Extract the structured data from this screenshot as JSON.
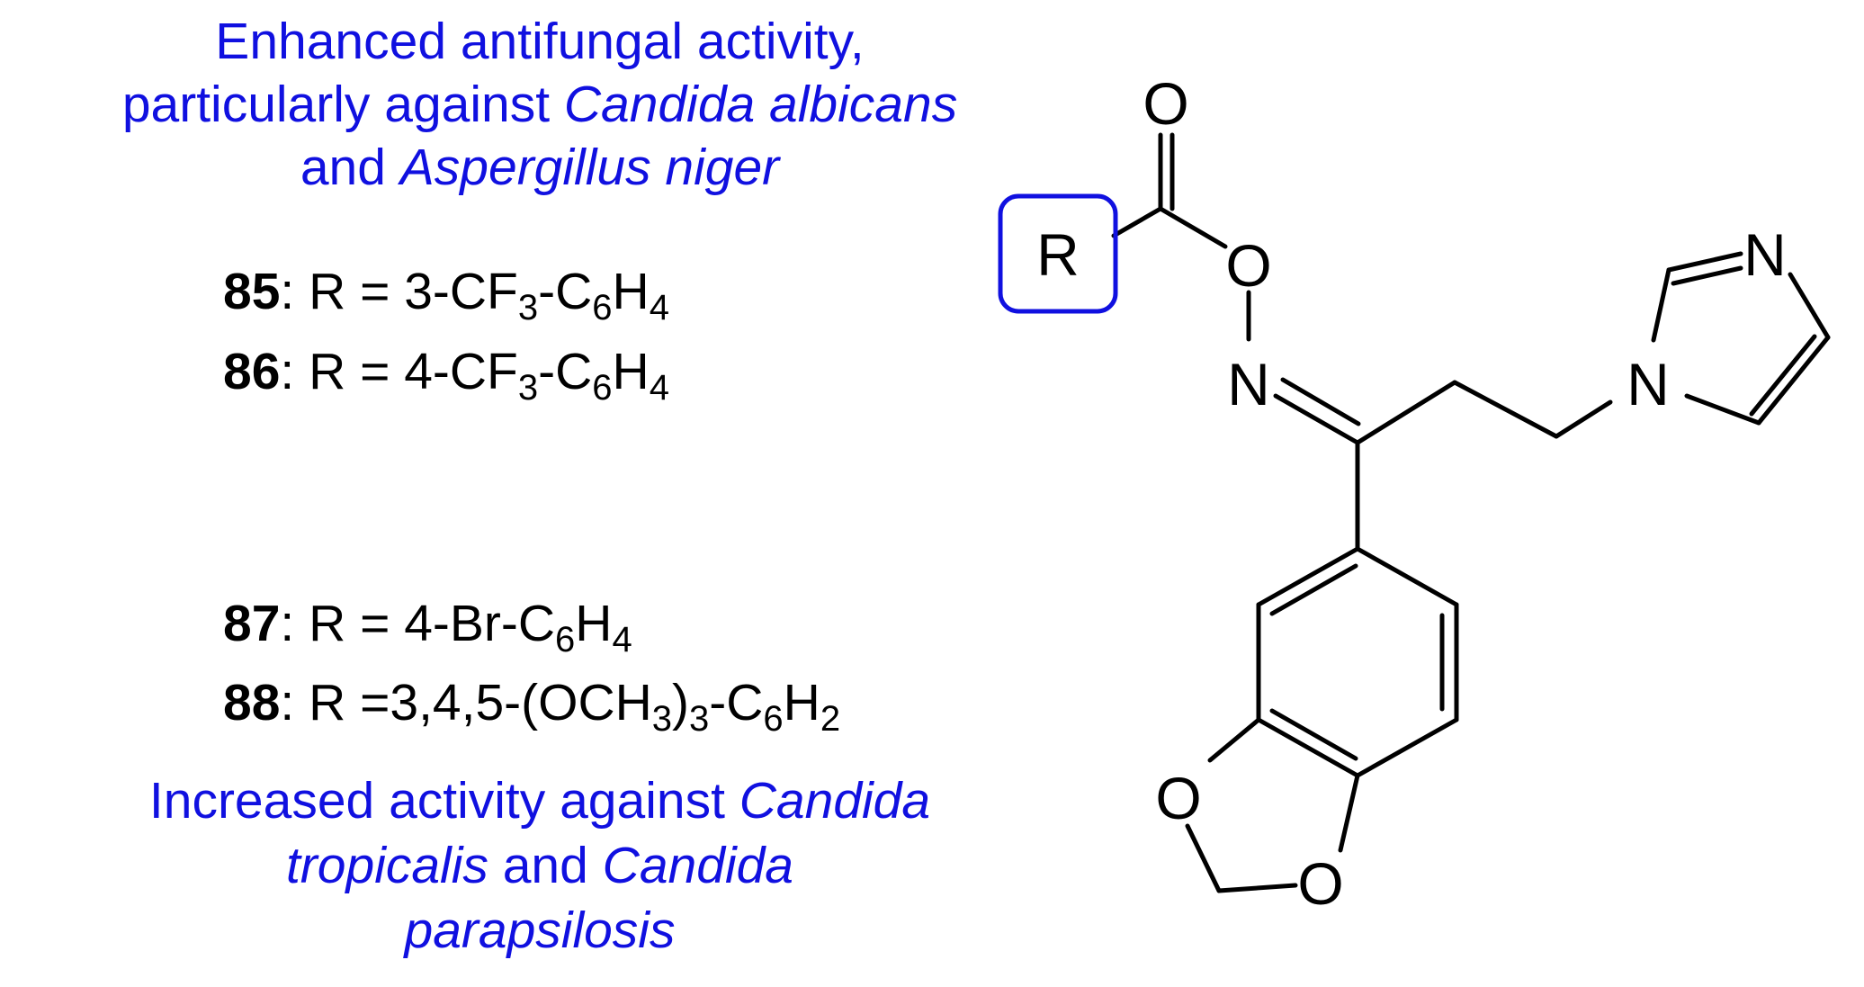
{
  "top_note": {
    "line1": "Enhanced antifungal activity,",
    "line2_plain": "particularly against ",
    "line2_italic": "Candida albicans",
    "line3_plain": "and ",
    "line3_italic": "Aspergillus niger"
  },
  "compounds": [
    {
      "id": "85",
      "sep": ": R = 3-CF",
      "sub1": "3",
      "mid1": "-C",
      "sub2": "6",
      "mid2": "H",
      "sub3": "4"
    },
    {
      "id": "86",
      "sep": ": R = 4-CF",
      "sub1": "3",
      "mid1": "-C",
      "sub2": "6",
      "mid2": "H",
      "sub3": "4"
    },
    {
      "id": "87",
      "sep": ": R = 4-Br-C",
      "sub1": "6",
      "mid1": "H",
      "sub2": "4"
    },
    {
      "id": "88",
      "sep": ": R =3,4,5-(OCH",
      "sub1": "3",
      "mid1": ")",
      "sub2": "3",
      "mid2": "-C",
      "sub3": "6",
      "mid3": "H",
      "sub4": "2"
    }
  ],
  "bottom_note": {
    "line1_plain": "Increased activity against ",
    "line1_italic": "Candida",
    "line2_italic_a": "tropicalis",
    "line2_plain": " and ",
    "line2_italic_b": "Candida",
    "line3_italic": "parapsilosis"
  },
  "structure": {
    "atom_R": "R",
    "atom_O_carbonyl": "O",
    "atom_O_ester": "O",
    "atom_N_oxime": "N",
    "atom_N_imidazole_top": "N",
    "atom_N_imidazole_1": "N",
    "atom_O_dioxole_left": "O",
    "atom_O_dioxole_bottom": "O",
    "highlight_color": "#1010e0"
  }
}
